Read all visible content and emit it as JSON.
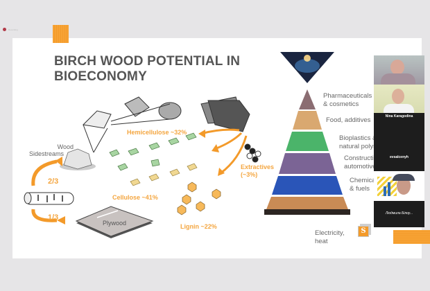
{
  "recording": {
    "label": "Recording"
  },
  "slide": {
    "title_line1": "BIRCH WOOD POTENTIAL IN",
    "title_line2": "BIOECONOMY",
    "labels": {
      "wood_sidestreams_1": "Wood",
      "wood_sidestreams_2": "Sidestreams",
      "hemicellulose": "Hemicellulose ~32%",
      "cellulose": "Cellulose ~41%",
      "lignin": "Lignin ~22%",
      "extractives_1": "Extractives",
      "extractives_2": "(~3%)",
      "two_thirds": "2/3",
      "one_third": "1/3",
      "plywood": "Plywood"
    },
    "pyramid": [
      {
        "line1": "Pharmaceuticals",
        "line2": "& cosmetics"
      },
      {
        "line1": "Food, additives",
        "line2": ""
      },
      {
        "line1": "Bioplastics &",
        "line2": "natural polymers"
      },
      {
        "line1": "Construction,",
        "line2": "automotive"
      },
      {
        "line1": "Chemicals",
        "line2": "& fuels"
      },
      {
        "line1": "Electricity,",
        "line2": "heat"
      }
    ],
    "logo_glyph": "S"
  },
  "participants": [
    {
      "name": "",
      "has_video": true
    },
    {
      "name": "",
      "has_video": true
    },
    {
      "name": "Nina Karagodina",
      "has_video": false
    },
    {
      "name": "evsalcenyh",
      "has_video": false
    },
    {
      "name": "",
      "has_video": true
    },
    {
      "name": "Людмила Білоу...",
      "has_video": false
    }
  ],
  "colors": {
    "accent": "#f39a2a",
    "title": "#555555",
    "panel": "#1d1d1d",
    "background": "#e6e5e7"
  }
}
